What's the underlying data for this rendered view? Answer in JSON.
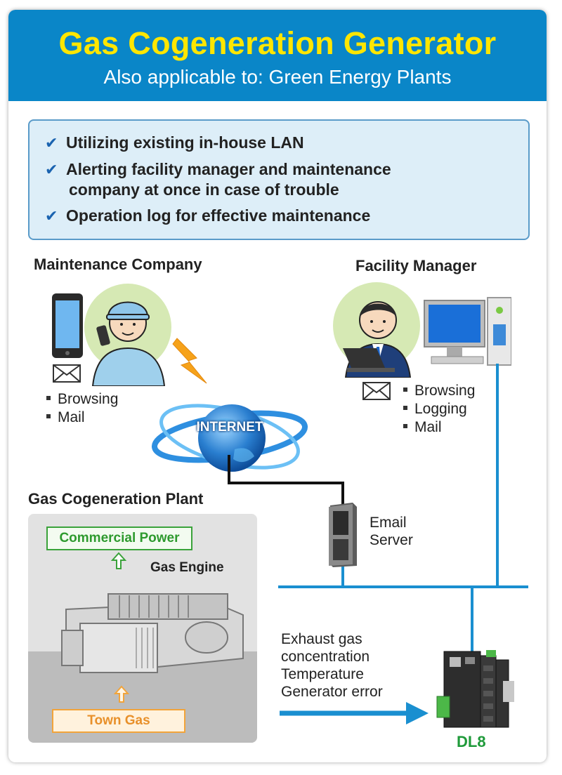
{
  "header": {
    "title": "Gas Cogeneration Generator",
    "subtitle": "Also applicable to: Green Energy Plants"
  },
  "features": [
    {
      "line1": "Utilizing existing in-house LAN",
      "line2": ""
    },
    {
      "line1": "Alerting facility manager and maintenance",
      "line2": "company at once in case of trouble"
    },
    {
      "line1": "Operation log for effective maintenance",
      "line2": ""
    }
  ],
  "check_glyph": "✔",
  "maintenance": {
    "title": "Maintenance Company",
    "items": [
      "Browsing",
      "Mail"
    ]
  },
  "facility": {
    "title": "Facility Manager",
    "items": [
      "Browsing",
      "Logging",
      "Mail"
    ]
  },
  "internet_label": "INTERNET",
  "email_server": {
    "line1": "Email",
    "line2": "Server"
  },
  "plant": {
    "title": "Gas Cogeneration Plant",
    "output_label": "Commercial Power",
    "engine_label": "Gas Engine",
    "input_label": "Town Gas"
  },
  "signals": [
    "Exhaust gas",
    "concentration",
    "Temperature",
    "Generator error"
  ],
  "device_label": "DL8",
  "icons": {
    "mail": "envelope-icon",
    "phone": "smartphone-icon",
    "computer": "desktop-computer-icon",
    "lightning": "lightning-icon",
    "globe": "globe-icon",
    "server": "server-icon",
    "engine": "gas-engine-icon",
    "device": "dl8-device-icon"
  },
  "colors": {
    "header_bg": "#0a86c8",
    "title": "#ffe600",
    "network": "#1a8fd0",
    "power": "#3aa23a",
    "gas": "#f2a43a",
    "device_label": "#1f9a3a"
  }
}
